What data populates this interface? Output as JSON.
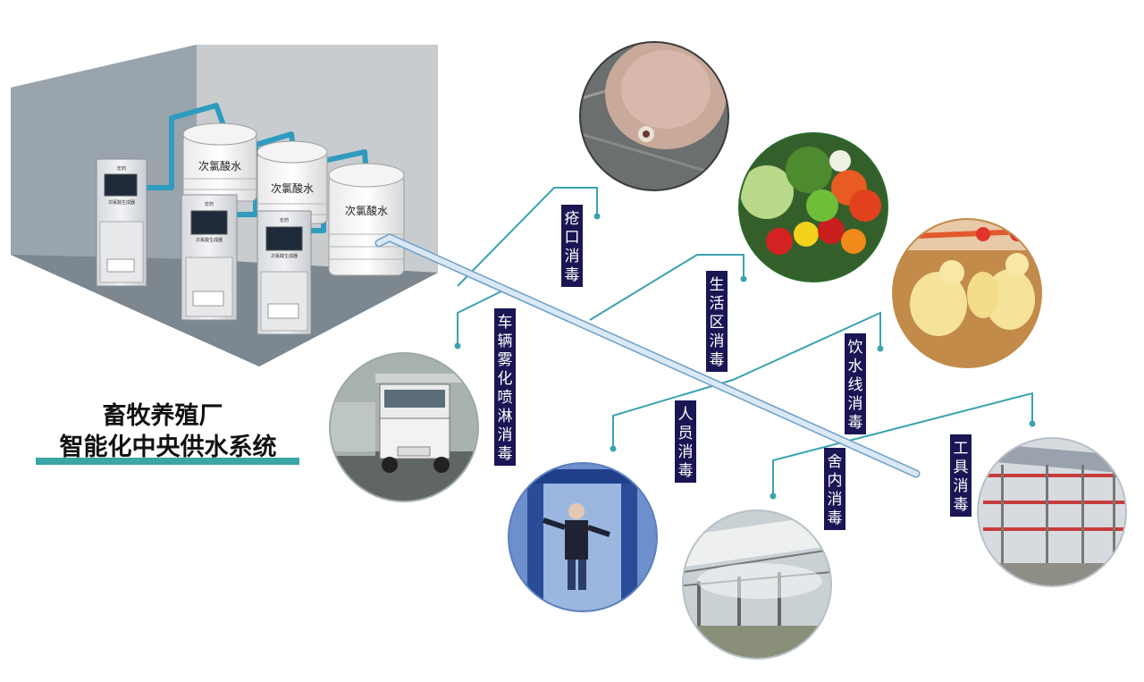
{
  "title": {
    "line1": "畜牧养殖厂",
    "line2": "智能化中央供水系统"
  },
  "tank_label": "次氯酸水",
  "machine_label": "次氯酸生成器",
  "machine_brand": "宏药",
  "branches": [
    {
      "id": "sore",
      "label": "疮口消毒"
    },
    {
      "id": "living",
      "label": "生活区消毒"
    },
    {
      "id": "vehicle",
      "label": "车辆雾化喷淋消毒"
    },
    {
      "id": "drinking",
      "label": "饮水线消毒"
    },
    {
      "id": "personnel",
      "label": "人员消毒"
    },
    {
      "id": "house",
      "label": "舍内消毒"
    },
    {
      "id": "tools",
      "label": "工具消毒"
    }
  ],
  "colors": {
    "line": "#3ba3b0",
    "label_bg": "#1a1553",
    "title_bar": "#3aa6a6",
    "pipe": "#2e9bbf",
    "main_pipe": "#bcd7ef"
  }
}
